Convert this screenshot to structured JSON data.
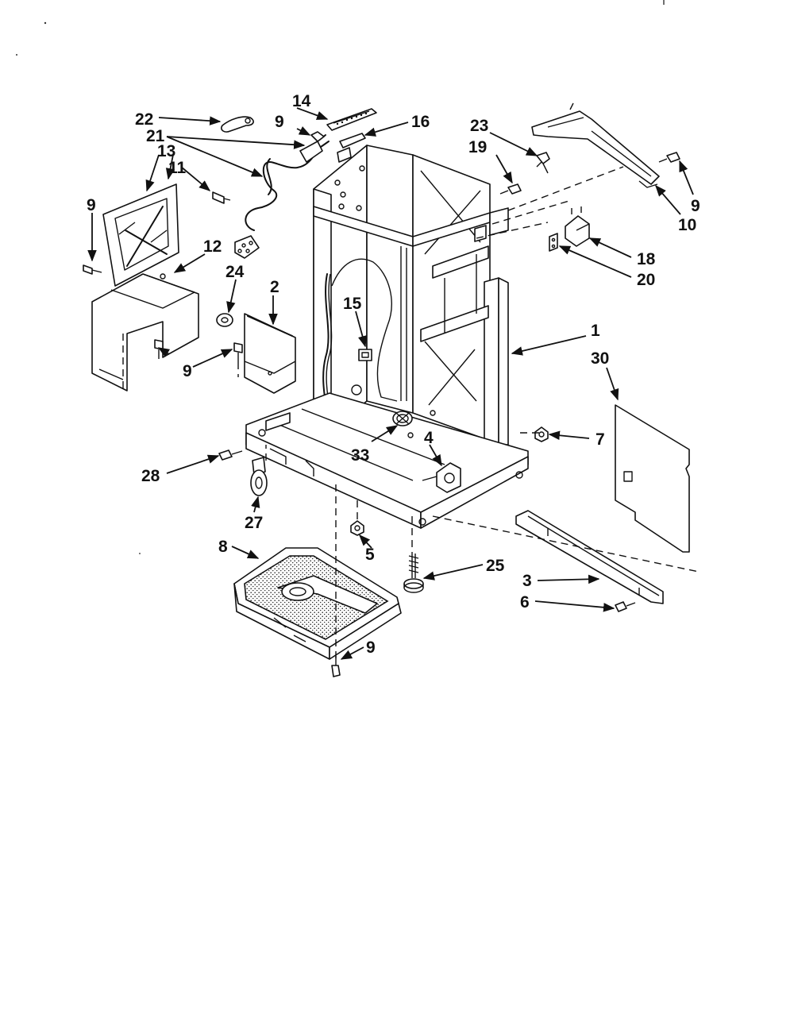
{
  "diagram": {
    "callouts": [
      {
        "id": "c22",
        "text": "22"
      },
      {
        "id": "c21",
        "text": "21"
      },
      {
        "id": "c13",
        "text": "13"
      },
      {
        "id": "c11",
        "text": "11"
      },
      {
        "id": "c9a",
        "text": "9"
      },
      {
        "id": "c12",
        "text": "12"
      },
      {
        "id": "c24",
        "text": "24"
      },
      {
        "id": "c2",
        "text": "2"
      },
      {
        "id": "c9b",
        "text": "9"
      },
      {
        "id": "c14",
        "text": "14"
      },
      {
        "id": "c9c",
        "text": "9"
      },
      {
        "id": "c16",
        "text": "16"
      },
      {
        "id": "c23",
        "text": "23"
      },
      {
        "id": "c19",
        "text": "19"
      },
      {
        "id": "c9d",
        "text": "9"
      },
      {
        "id": "c10",
        "text": "10"
      },
      {
        "id": "c18",
        "text": "18"
      },
      {
        "id": "c20",
        "text": "20"
      },
      {
        "id": "c15",
        "text": "15"
      },
      {
        "id": "c1",
        "text": "1"
      },
      {
        "id": "c30",
        "text": "30"
      },
      {
        "id": "c7",
        "text": "7"
      },
      {
        "id": "c33",
        "text": "33"
      },
      {
        "id": "c4",
        "text": "4"
      },
      {
        "id": "c28",
        "text": "28"
      },
      {
        "id": "c27",
        "text": "27"
      },
      {
        "id": "c8",
        "text": "8"
      },
      {
        "id": "c5",
        "text": "5"
      },
      {
        "id": "c25",
        "text": "25"
      },
      {
        "id": "c3",
        "text": "3"
      },
      {
        "id": "c6",
        "text": "6"
      },
      {
        "id": "c9e",
        "text": "9"
      }
    ]
  }
}
